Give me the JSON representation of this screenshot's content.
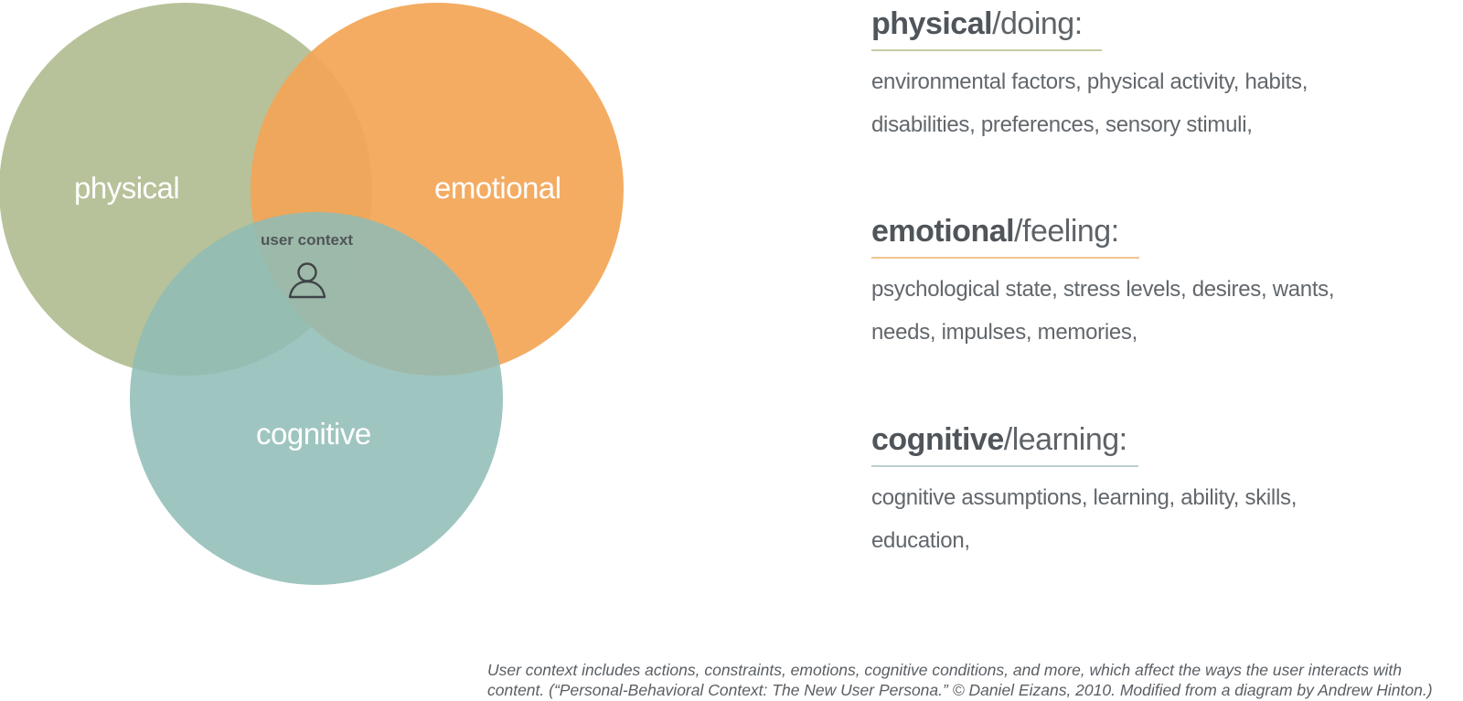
{
  "venn": {
    "circles": [
      {
        "id": "physical",
        "label": "physical",
        "color": "#b7c29a"
      },
      {
        "id": "emotional",
        "label": "emotional",
        "color": "#f3a556"
      },
      {
        "id": "cognitive",
        "label": "cognitive",
        "color": "#8fbcb6"
      }
    ],
    "center_label": "user context",
    "center_icon": "user-icon"
  },
  "categories": [
    {
      "id": "physical",
      "title_bold": "physical",
      "title_light": "/doing:",
      "underline_color": "#c6cca5",
      "items": "environmental factors, physical activity, habits, disabilities, preferences, sensory stimuli,"
    },
    {
      "id": "emotional",
      "title_bold": "emotional",
      "title_light": "/feeling:",
      "underline_color": "#f2c48d",
      "items": "psychological state, stress levels, desires, wants, needs, impulses, memories,"
    },
    {
      "id": "cognitive",
      "title_bold": "cognitive",
      "title_light": "/learning:",
      "underline_color": "#b9d2cf",
      "items": "cognitive assumptions, learning, ability, skills, education,"
    }
  ],
  "footnote": "User context includes actions, constraints, emotions, cognitive conditions, and more, which affect the ways the user interacts with content. (“Personal-Behavioral Context: The New User Persona.” © Daniel Eizans, 2010. Modified from a diagram by Andrew Hinton.)"
}
